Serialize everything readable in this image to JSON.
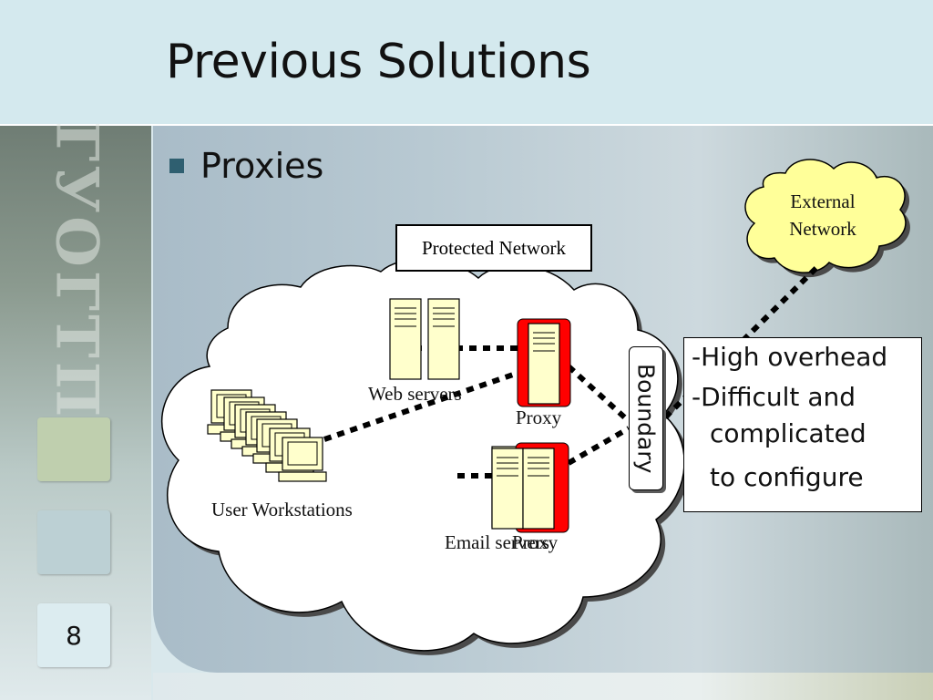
{
  "slide": {
    "title": "Previous Solutions",
    "bullet": "Proxies",
    "page_number": "8",
    "side_logo": "ГУОГТП"
  },
  "diagram": {
    "protected_network_label": "Protected Network",
    "external_network_label": "External Network",
    "web_servers_label": "Web servers",
    "proxy_label_1": "Proxy",
    "proxy_label_2": "Proxy",
    "user_workstations_label": "User Workstations",
    "email_servers_label": "Email servers",
    "boundary_label": "Boundary"
  },
  "notes": {
    "line1": "-High overhead",
    "line2": "-Difficult and",
    "line3": "complicated",
    "line4": "to configure"
  },
  "colors": {
    "proxy_highlight": "#ff0000",
    "cloud_external": "#ffff99",
    "cloud_protected": "#ffffff",
    "device_fill": "#ffffcc"
  }
}
